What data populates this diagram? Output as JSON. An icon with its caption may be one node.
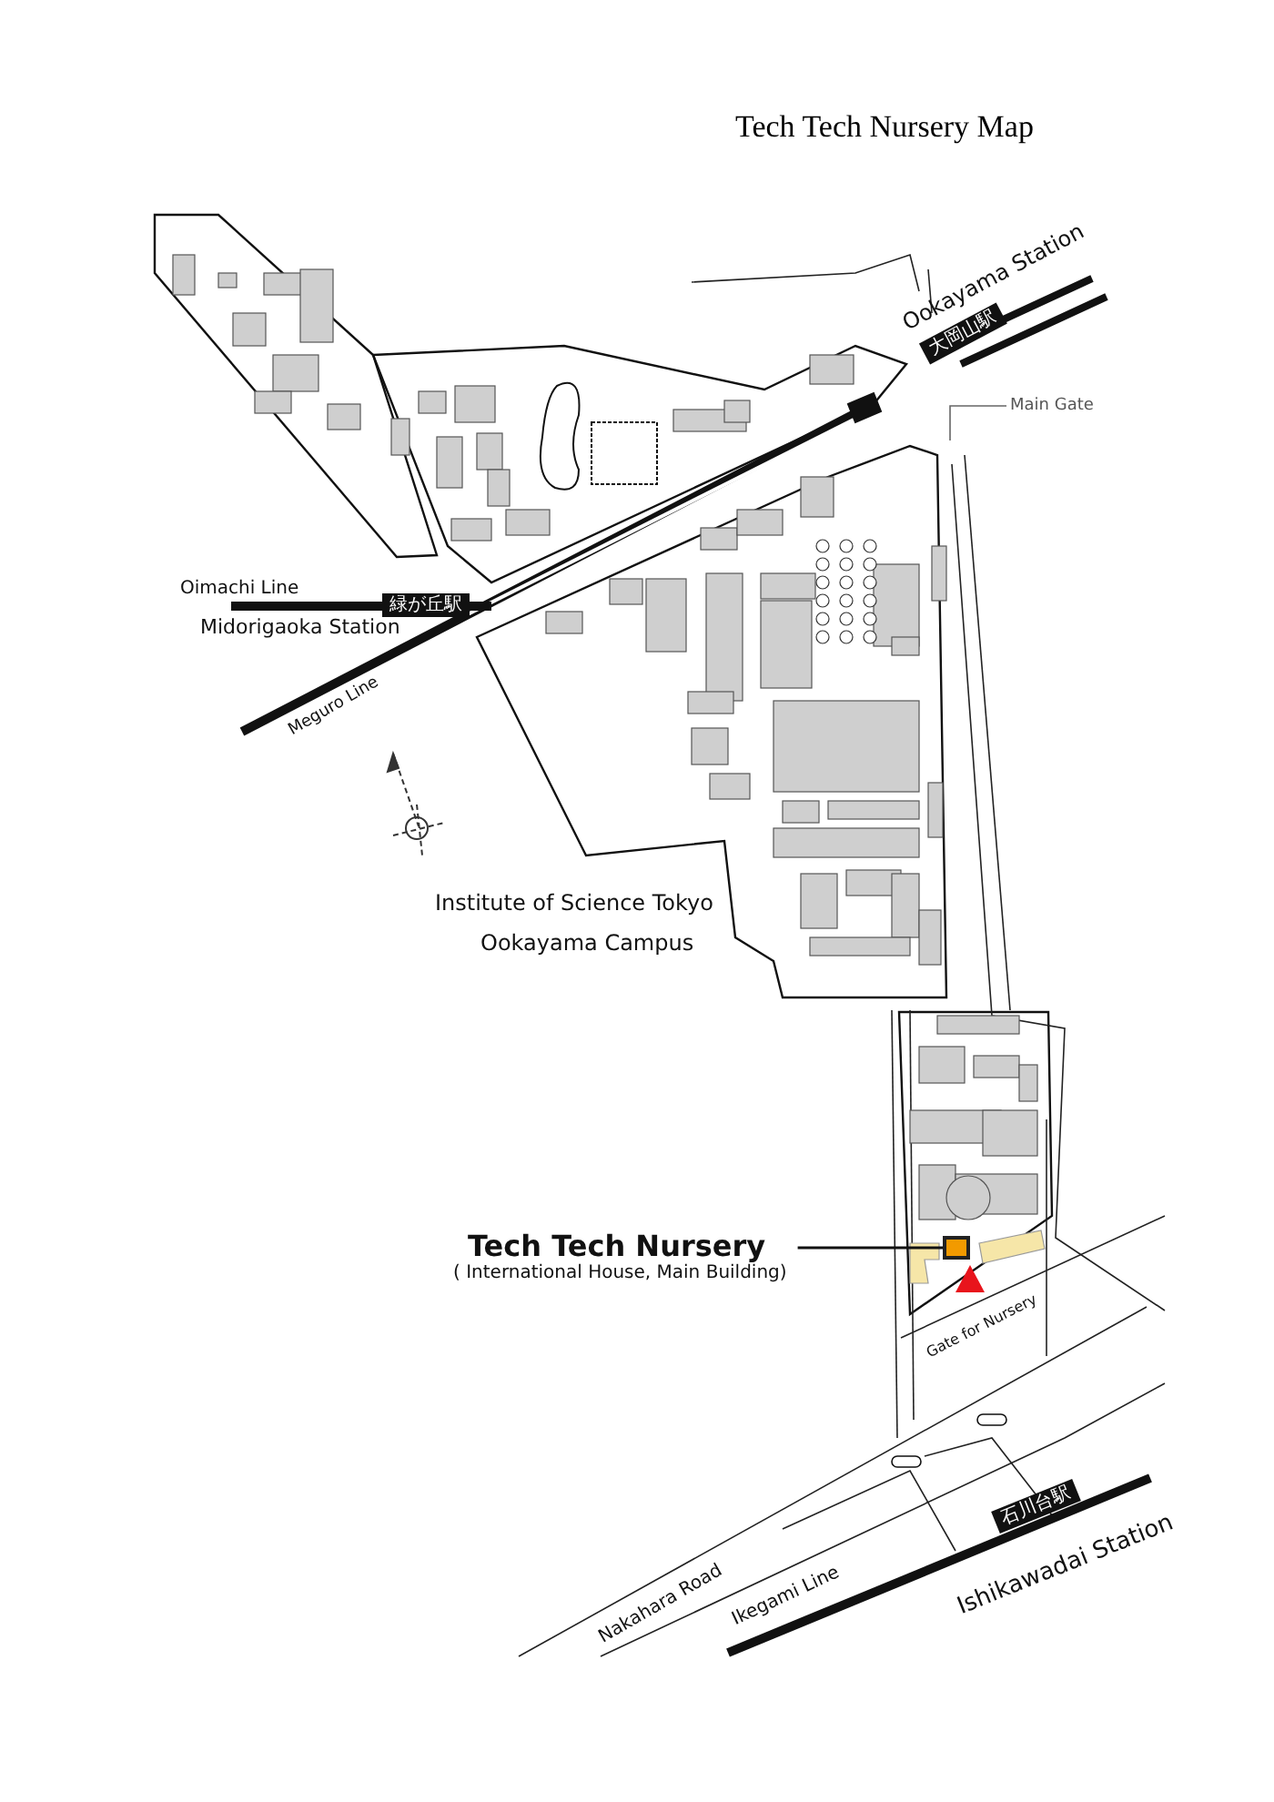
{
  "diagram": {
    "title": "Tech Tech Nursery Map",
    "nodes": [
      {
        "text": [
          "Tech Tech Nursery",
          "( International House, Main Building)"
        ]
      },
      {
        "text": [],
        "shape": "box"
      },
      {
        "text": [
          "Main Gate"
        ]
      }
    ],
    "edges": [
      {
        "from": 0,
        "to": 1,
        "arrow": "none"
      },
      {
        "from": 2,
        "to": null,
        "arrow": "none"
      }
    ],
    "labels": [
      "Ookayama Station",
      "大岡山駅",
      "Oimachi Line",
      "緑が丘駅",
      "Midorigaoka Station",
      "Meguro Line",
      "Institute of Science Tokyo",
      "Ookayama Campus",
      "Gate for Nursery",
      "Nakahara Road",
      "Ikegami Line",
      "石川台駅",
      "Ishikawadai Station"
    ]
  }
}
